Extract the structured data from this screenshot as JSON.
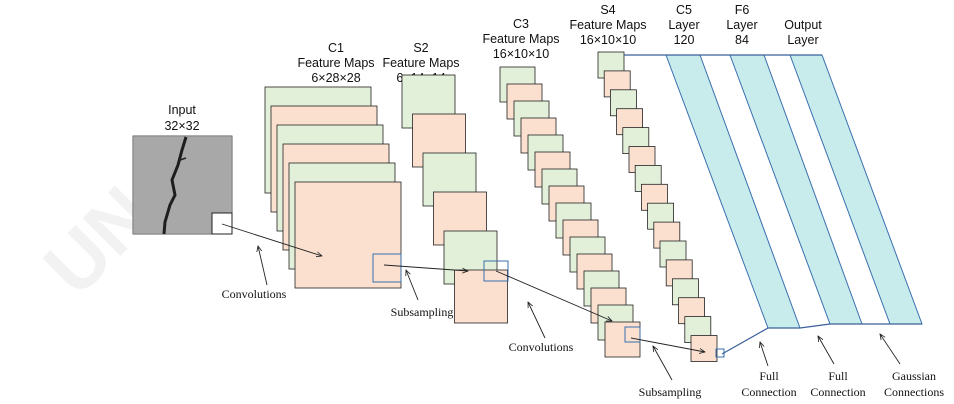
{
  "watermark": "UN",
  "layers": {
    "input": {
      "name": "Input",
      "size": "32×32"
    },
    "c1": {
      "name": "C1",
      "sub": "Feature Maps",
      "size": "6×28×28"
    },
    "s2": {
      "name": "S2",
      "sub": "Feature Maps",
      "size": "6×14×14"
    },
    "c3": {
      "name": "C3",
      "sub": "Feature Maps",
      "size": "16×10×10"
    },
    "s4": {
      "name": "S4",
      "sub": "Feature Maps",
      "size": "16×10×10"
    },
    "c5": {
      "name": "C5",
      "sub": "Layer",
      "size": "120"
    },
    "f6": {
      "name": "F6",
      "sub": "Layer",
      "size": "84"
    },
    "out": {
      "name": "Output",
      "sub": "Layer"
    }
  },
  "captions": {
    "conv1": "Convolutions",
    "sub1": "Subsampling",
    "conv2": "Convolutions",
    "sub2": "Subsampling",
    "full1": [
      "Full",
      "Connection"
    ],
    "full2": [
      "Full",
      "Connection"
    ],
    "gauss": [
      "Gaussian",
      "Connections"
    ]
  },
  "colors": {
    "green_map": "#e3f0d9",
    "peach_map": "#fbe0d0",
    "fc_fill": "#c8ecec",
    "fc_stroke": "#3a6fae"
  }
}
